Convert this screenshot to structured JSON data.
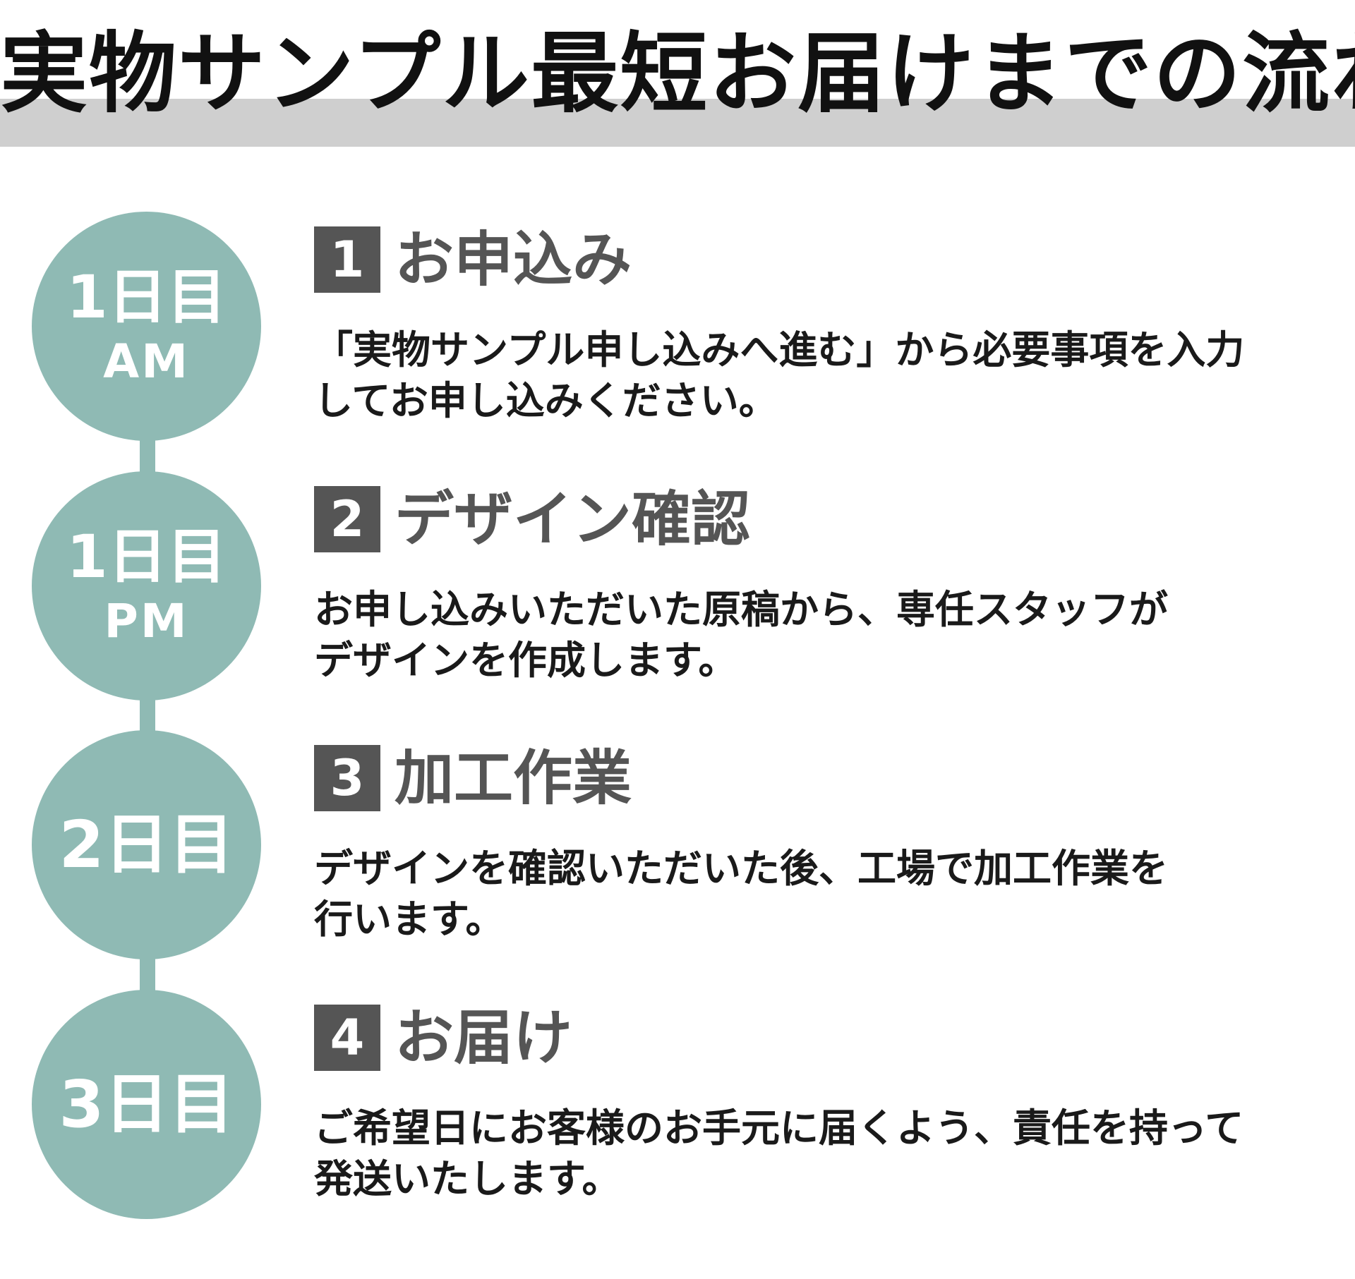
{
  "title": "実物サンプル最短お届けまでの流れ",
  "colors": {
    "circle": "#8fbab4",
    "title_band": "#cfcfcf",
    "step_box": "#555555",
    "step_title": "#555555",
    "text": "#1a1a1a"
  },
  "steps": [
    {
      "day": "1日目",
      "time": "AM",
      "number": "1",
      "title": "お申込み",
      "desc_lines": [
        "「実物サンプル申し込みへ進む」から必要事項を入力",
        "してお申し込みください。"
      ]
    },
    {
      "day": "1日目",
      "time": "PM",
      "number": "2",
      "title": "デザイン確認",
      "desc_lines": [
        "お申し込みいただいた原稿から、専任スタッフが",
        "デザインを作成します。"
      ]
    },
    {
      "day": "2日目",
      "time": "",
      "number": "3",
      "title": "加工作業",
      "desc_lines": [
        "デザインを確認いただいた後、工場で加工作業を",
        "行います。"
      ]
    },
    {
      "day": "3日目",
      "time": "",
      "number": "4",
      "title": "お届け",
      "desc_lines": [
        "ご希望日にお客様のお手元に届くよう、責任を持って",
        "発送いたします。"
      ]
    }
  ]
}
